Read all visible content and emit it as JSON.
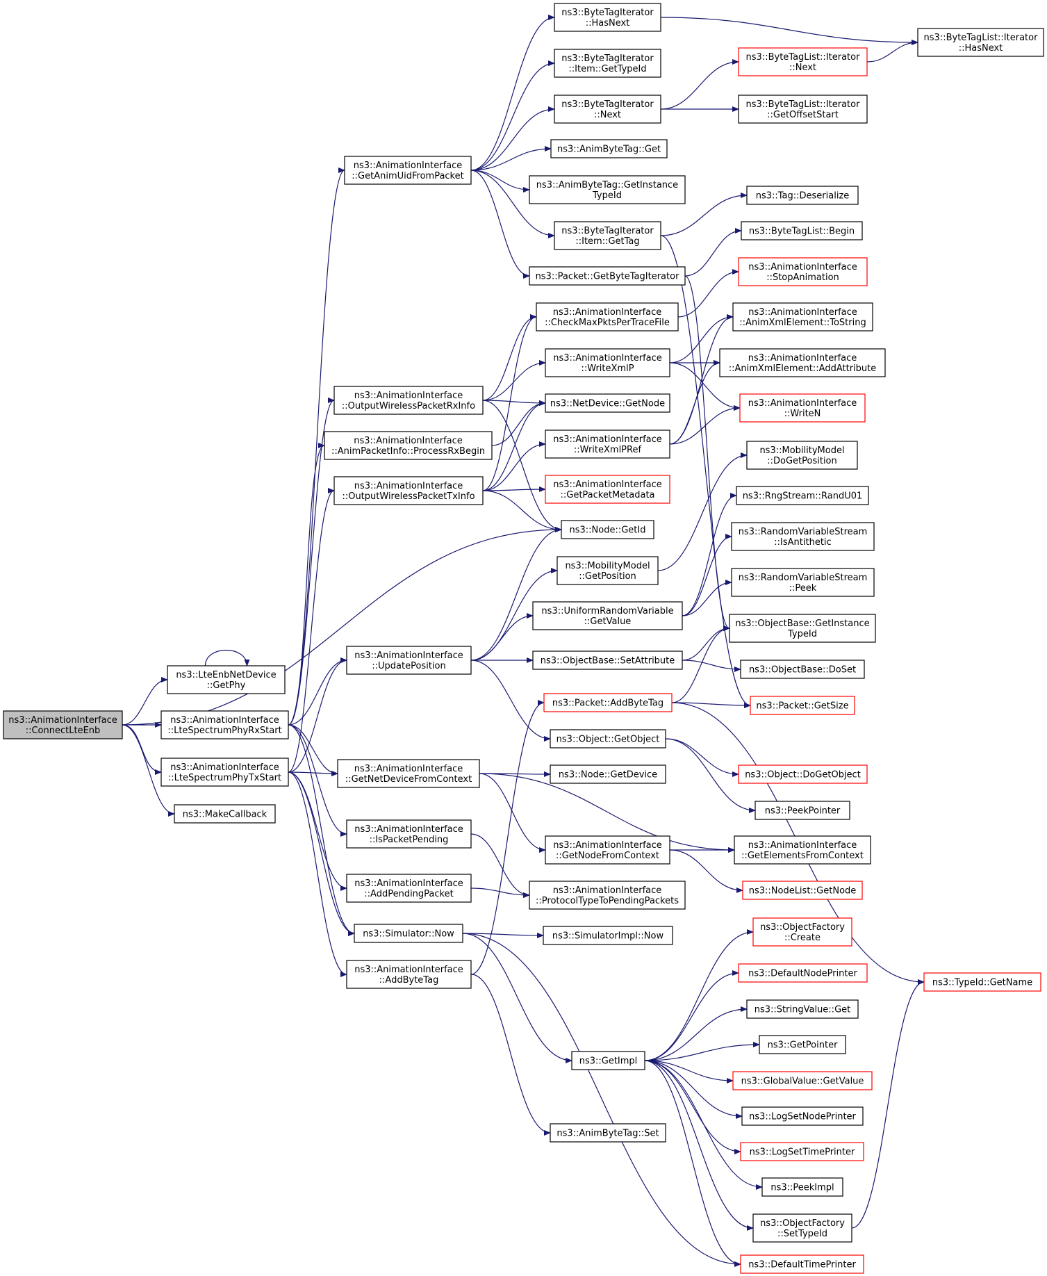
{
  "colors": {
    "edge": "#191970",
    "normal_border": "#000000",
    "truncated_border": "#ff0000",
    "root_fill": "#bfbfbf",
    "node_fill": "#ffffff"
  },
  "nodes": [
    {
      "id": "connectLteEnb",
      "lines": [
        "ns3::AnimationInterface",
        "::ConnectLteEnb"
      ],
      "style": "root"
    },
    {
      "id": "lteEnbGetPhy",
      "lines": [
        "ns3::LteEnbNetDevice",
        "::GetPhy"
      ],
      "style": "normal"
    },
    {
      "id": "lteRxStart",
      "lines": [
        "ns3::AnimationInterface",
        "::LteSpectrumPhyRxStart"
      ],
      "style": "normal"
    },
    {
      "id": "lteTxStart",
      "lines": [
        "ns3::AnimationInterface",
        "::LteSpectrumPhyTxStart"
      ],
      "style": "normal"
    },
    {
      "id": "makeCallback",
      "lines": [
        "ns3::MakeCallback"
      ],
      "style": "normal"
    },
    {
      "id": "getAnimUid",
      "lines": [
        "ns3::AnimationInterface",
        "::GetAnimUidFromPacket"
      ],
      "style": "normal"
    },
    {
      "id": "outRxInfo",
      "lines": [
        "ns3::AnimationInterface",
        "::OutputWirelessPacketRxInfo"
      ],
      "style": "normal"
    },
    {
      "id": "processRxBegin",
      "lines": [
        "ns3::AnimationInterface",
        "::AnimPacketInfo::ProcessRxBegin"
      ],
      "style": "normal"
    },
    {
      "id": "outTxInfo",
      "lines": [
        "ns3::AnimationInterface",
        "::OutputWirelessPacketTxInfo"
      ],
      "style": "normal"
    },
    {
      "id": "updatePosition",
      "lines": [
        "ns3::AnimationInterface",
        "::UpdatePosition"
      ],
      "style": "normal"
    },
    {
      "id": "getNetDevFromCtx",
      "lines": [
        "ns3::AnimationInterface",
        "::GetNetDeviceFromContext"
      ],
      "style": "normal"
    },
    {
      "id": "isPacketPending",
      "lines": [
        "ns3::AnimationInterface",
        "::IsPacketPending"
      ],
      "style": "normal"
    },
    {
      "id": "addPendingPacket",
      "lines": [
        "ns3::AnimationInterface",
        "::AddPendingPacket"
      ],
      "style": "normal"
    },
    {
      "id": "simNow",
      "lines": [
        "ns3::Simulator::Now"
      ],
      "style": "normal"
    },
    {
      "id": "addByteTagAI",
      "lines": [
        "ns3::AnimationInterface",
        "::AddByteTag"
      ],
      "style": "normal"
    },
    {
      "id": "btiHasNext",
      "lines": [
        "ns3::ByteTagIterator",
        "::HasNext"
      ],
      "style": "normal"
    },
    {
      "id": "btiItemGetTypeId",
      "lines": [
        "ns3::ByteTagIterator",
        "::Item::GetTypeId"
      ],
      "style": "normal"
    },
    {
      "id": "btiNext",
      "lines": [
        "ns3::ByteTagIterator",
        "::Next"
      ],
      "style": "normal"
    },
    {
      "id": "animByteTagGet",
      "lines": [
        "ns3::AnimByteTag::Get"
      ],
      "style": "normal"
    },
    {
      "id": "animByteTagGetInstTypeId",
      "lines": [
        "ns3::AnimByteTag::GetInstance",
        "TypeId"
      ],
      "style": "normal"
    },
    {
      "id": "btiItemGetTag",
      "lines": [
        "ns3::ByteTagIterator",
        "::Item::GetTag"
      ],
      "style": "normal"
    },
    {
      "id": "packetGetByteTagIt",
      "lines": [
        "ns3::Packet::GetByteTagIterator"
      ],
      "style": "normal"
    },
    {
      "id": "checkMaxPkts",
      "lines": [
        "ns3::AnimationInterface",
        "::CheckMaxPktsPerTraceFile"
      ],
      "style": "normal"
    },
    {
      "id": "writeXmlP",
      "lines": [
        "ns3::AnimationInterface",
        "::WriteXmlP"
      ],
      "style": "normal"
    },
    {
      "id": "netDevGetNode",
      "lines": [
        "ns3::NetDevice::GetNode"
      ],
      "style": "normal"
    },
    {
      "id": "writeXmlPRef",
      "lines": [
        "ns3::AnimationInterface",
        "::WriteXmlPRef"
      ],
      "style": "normal"
    },
    {
      "id": "getPacketMetadata",
      "lines": [
        "ns3::AnimationInterface",
        "::GetPacketMetadata"
      ],
      "style": "truncated"
    },
    {
      "id": "nodeGetId",
      "lines": [
        "ns3::Node::GetId"
      ],
      "style": "normal"
    },
    {
      "id": "mobilityGetPosition",
      "lines": [
        "ns3::MobilityModel",
        "::GetPosition"
      ],
      "style": "normal"
    },
    {
      "id": "uniformGetValue",
      "lines": [
        "ns3::UniformRandomVariable",
        "::GetValue"
      ],
      "style": "normal"
    },
    {
      "id": "objBaseSetAttr",
      "lines": [
        "ns3::ObjectBase::SetAttribute"
      ],
      "style": "normal"
    },
    {
      "id": "packetAddByteTag",
      "lines": [
        "ns3::Packet::AddByteTag"
      ],
      "style": "truncated"
    },
    {
      "id": "objectGetObject",
      "lines": [
        "ns3::Object::GetObject"
      ],
      "style": "normal"
    },
    {
      "id": "nodeGetDevice",
      "lines": [
        "ns3::Node::GetDevice"
      ],
      "style": "normal"
    },
    {
      "id": "getNodeFromCtx",
      "lines": [
        "ns3::AnimationInterface",
        "::GetNodeFromContext"
      ],
      "style": "normal"
    },
    {
      "id": "protoTypeToPending",
      "lines": [
        "ns3::AnimationInterface",
        "::ProtocolTypeToPendingPackets"
      ],
      "style": "normal"
    },
    {
      "id": "simImplNow",
      "lines": [
        "ns3::SimulatorImpl::Now"
      ],
      "style": "normal"
    },
    {
      "id": "getImpl",
      "lines": [
        "ns3::GetImpl"
      ],
      "style": "normal"
    },
    {
      "id": "animByteTagSet",
      "lines": [
        "ns3::AnimByteTag::Set"
      ],
      "style": "normal"
    },
    {
      "id": "btlIterNext",
      "lines": [
        "ns3::ByteTagList::Iterator",
        "::Next"
      ],
      "style": "truncated"
    },
    {
      "id": "btlIterGetOffsetStart",
      "lines": [
        "ns3::ByteTagList::Iterator",
        "::GetOffsetStart"
      ],
      "style": "normal"
    },
    {
      "id": "tagDeserialize",
      "lines": [
        "ns3::Tag::Deserialize"
      ],
      "style": "normal"
    },
    {
      "id": "btlBegin",
      "lines": [
        "ns3::ByteTagList::Begin"
      ],
      "style": "normal"
    },
    {
      "id": "stopAnimation",
      "lines": [
        "ns3::AnimationInterface",
        "::StopAnimation"
      ],
      "style": "truncated"
    },
    {
      "id": "xmlToString",
      "lines": [
        "ns3::AnimationInterface",
        "::AnimXmlElement::ToString"
      ],
      "style": "normal"
    },
    {
      "id": "xmlAddAttribute",
      "lines": [
        "ns3::AnimationInterface",
        "::AnimXmlElement::AddAttribute"
      ],
      "style": "normal"
    },
    {
      "id": "writeN",
      "lines": [
        "ns3::AnimationInterface",
        "::WriteN"
      ],
      "style": "truncated"
    },
    {
      "id": "mobilityDoGetPosition",
      "lines": [
        "ns3::MobilityModel",
        "::DoGetPosition"
      ],
      "style": "normal"
    },
    {
      "id": "rngRandU01",
      "lines": [
        "ns3::RngStream::RandU01"
      ],
      "style": "normal"
    },
    {
      "id": "rvsIsAntithetic",
      "lines": [
        "ns3::RandomVariableStream",
        "::IsAntithetic"
      ],
      "style": "normal"
    },
    {
      "id": "rvsPeek",
      "lines": [
        "ns3::RandomVariableStream",
        "::Peek"
      ],
      "style": "normal"
    },
    {
      "id": "objBaseGetInstTypeId",
      "lines": [
        "ns3::ObjectBase::GetInstance",
        "TypeId"
      ],
      "style": "normal"
    },
    {
      "id": "objBaseDoSet",
      "lines": [
        "ns3::ObjectBase::DoSet"
      ],
      "style": "normal"
    },
    {
      "id": "packetGetSize",
      "lines": [
        "ns3::Packet::GetSize"
      ],
      "style": "truncated"
    },
    {
      "id": "objectDoGetObject",
      "lines": [
        "ns3::Object::DoGetObject"
      ],
      "style": "truncated"
    },
    {
      "id": "peekPointer",
      "lines": [
        "ns3::PeekPointer"
      ],
      "style": "normal"
    },
    {
      "id": "getElementsFromCtx",
      "lines": [
        "ns3::AnimationInterface",
        "::GetElementsFromContext"
      ],
      "style": "normal"
    },
    {
      "id": "nodeListGetNode",
      "lines": [
        "ns3::NodeList::GetNode"
      ],
      "style": "truncated"
    },
    {
      "id": "btlIterHasNext",
      "lines": [
        "ns3::ByteTagList::Iterator",
        "::HasNext"
      ],
      "style": "normal"
    },
    {
      "id": "objFactoryCreate",
      "lines": [
        "ns3::ObjectFactory",
        "::Create"
      ],
      "style": "truncated"
    },
    {
      "id": "defaultNodePrinter",
      "lines": [
        "ns3::DefaultNodePrinter"
      ],
      "style": "truncated"
    },
    {
      "id": "stringValueGet",
      "lines": [
        "ns3::StringValue::Get"
      ],
      "style": "normal"
    },
    {
      "id": "getPointer",
      "lines": [
        "ns3::GetPointer"
      ],
      "style": "normal"
    },
    {
      "id": "globalValueGetValue",
      "lines": [
        "ns3::GlobalValue::GetValue"
      ],
      "style": "truncated"
    },
    {
      "id": "logSetNodePrinter",
      "lines": [
        "ns3::LogSetNodePrinter"
      ],
      "style": "normal"
    },
    {
      "id": "logSetTimePrinter",
      "lines": [
        "ns3::LogSetTimePrinter"
      ],
      "style": "truncated"
    },
    {
      "id": "peekImpl",
      "lines": [
        "ns3::PeekImpl"
      ],
      "style": "normal"
    },
    {
      "id": "objFactorySetTypeId",
      "lines": [
        "ns3::ObjectFactory",
        "::SetTypeId"
      ],
      "style": "normal"
    },
    {
      "id": "defaultTimePrinter",
      "lines": [
        "ns3::DefaultTimePrinter"
      ],
      "style": "truncated"
    },
    {
      "id": "typeIdGetName",
      "lines": [
        "ns3::TypeId::GetName"
      ],
      "style": "truncated"
    }
  ],
  "edges": [
    [
      "connectLteEnb",
      "lteEnbGetPhy"
    ],
    [
      "connectLteEnb",
      "lteRxStart"
    ],
    [
      "connectLteEnb",
      "lteTxStart"
    ],
    [
      "connectLteEnb",
      "makeCallback"
    ],
    [
      "connectLteEnb",
      "nodeGetId"
    ],
    [
      "lteEnbGetPhy",
      "lteEnbGetPhy"
    ],
    [
      "lteRxStart",
      "getAnimUid"
    ],
    [
      "lteRxStart",
      "outRxInfo"
    ],
    [
      "lteRxStart",
      "processRxBegin"
    ],
    [
      "lteRxStart",
      "updatePosition"
    ],
    [
      "lteRxStart",
      "getNetDevFromCtx"
    ],
    [
      "lteRxStart",
      "isPacketPending"
    ],
    [
      "lteRxStart",
      "simNow"
    ],
    [
      "lteTxStart",
      "outTxInfo"
    ],
    [
      "lteTxStart",
      "updatePosition"
    ],
    [
      "lteTxStart",
      "getNetDevFromCtx"
    ],
    [
      "lteTxStart",
      "addPendingPacket"
    ],
    [
      "lteTxStart",
      "simNow"
    ],
    [
      "lteTxStart",
      "addByteTagAI"
    ],
    [
      "getAnimUid",
      "btiHasNext"
    ],
    [
      "getAnimUid",
      "btiItemGetTypeId"
    ],
    [
      "getAnimUid",
      "btiNext"
    ],
    [
      "getAnimUid",
      "animByteTagGet"
    ],
    [
      "getAnimUid",
      "animByteTagGetInstTypeId"
    ],
    [
      "getAnimUid",
      "btiItemGetTag"
    ],
    [
      "getAnimUid",
      "packetGetByteTagIt"
    ],
    [
      "outRxInfo",
      "checkMaxPkts"
    ],
    [
      "outRxInfo",
      "writeXmlP"
    ],
    [
      "outRxInfo",
      "netDevGetNode"
    ],
    [
      "outRxInfo",
      "nodeGetId"
    ],
    [
      "processRxBegin",
      "netDevGetNode"
    ],
    [
      "outTxInfo",
      "checkMaxPkts"
    ],
    [
      "outTxInfo",
      "netDevGetNode"
    ],
    [
      "outTxInfo",
      "writeXmlPRef"
    ],
    [
      "outTxInfo",
      "getPacketMetadata"
    ],
    [
      "outTxInfo",
      "nodeGetId"
    ],
    [
      "updatePosition",
      "nodeGetId"
    ],
    [
      "updatePosition",
      "mobilityGetPosition"
    ],
    [
      "updatePosition",
      "uniformGetValue"
    ],
    [
      "updatePosition",
      "objBaseSetAttr"
    ],
    [
      "updatePosition",
      "objectGetObject"
    ],
    [
      "getNetDevFromCtx",
      "nodeGetDevice"
    ],
    [
      "getNetDevFromCtx",
      "getNodeFromCtx"
    ],
    [
      "getNetDevFromCtx",
      "getElementsFromCtx"
    ],
    [
      "isPacketPending",
      "protoTypeToPending"
    ],
    [
      "addPendingPacket",
      "protoTypeToPending"
    ],
    [
      "simNow",
      "simImplNow"
    ],
    [
      "simNow",
      "getImpl"
    ],
    [
      "simNow",
      "defaultTimePrinter"
    ],
    [
      "addByteTagAI",
      "packetAddByteTag"
    ],
    [
      "addByteTagAI",
      "animByteTagSet"
    ],
    [
      "btiHasNext",
      "btlIterHasNext"
    ],
    [
      "btiNext",
      "btlIterNext"
    ],
    [
      "btiNext",
      "btlIterGetOffsetStart"
    ],
    [
      "btlIterNext",
      "btlIterHasNext"
    ],
    [
      "btiItemGetTag",
      "tagDeserialize"
    ],
    [
      "btiItemGetTag",
      "packetGetSize"
    ],
    [
      "packetGetByteTagIt",
      "btlBegin"
    ],
    [
      "packetGetByteTagIt",
      "objBaseGetInstTypeId"
    ],
    [
      "checkMaxPkts",
      "stopAnimation"
    ],
    [
      "writeXmlP",
      "xmlToString"
    ],
    [
      "writeXmlP",
      "xmlAddAttribute"
    ],
    [
      "writeXmlP",
      "writeN"
    ],
    [
      "writeXmlPRef",
      "xmlToString"
    ],
    [
      "writeXmlPRef",
      "xmlAddAttribute"
    ],
    [
      "writeXmlPRef",
      "writeN"
    ],
    [
      "mobilityGetPosition",
      "mobilityDoGetPosition"
    ],
    [
      "uniformGetValue",
      "rngRandU01"
    ],
    [
      "uniformGetValue",
      "rvsIsAntithetic"
    ],
    [
      "uniformGetValue",
      "rvsPeek"
    ],
    [
      "objBaseSetAttr",
      "objBaseGetInstTypeId"
    ],
    [
      "objBaseSetAttr",
      "objBaseDoSet"
    ],
    [
      "packetAddByteTag",
      "objBaseGetInstTypeId"
    ],
    [
      "packetAddByteTag",
      "packetGetSize"
    ],
    [
      "packetAddByteTag",
      "typeIdGetName"
    ],
    [
      "objectGetObject",
      "objectDoGetObject"
    ],
    [
      "objectGetObject",
      "peekPointer"
    ],
    [
      "getNodeFromCtx",
      "getElementsFromCtx"
    ],
    [
      "getNodeFromCtx",
      "nodeListGetNode"
    ],
    [
      "getImpl",
      "objFactoryCreate"
    ],
    [
      "getImpl",
      "defaultNodePrinter"
    ],
    [
      "getImpl",
      "stringValueGet"
    ],
    [
      "getImpl",
      "getPointer"
    ],
    [
      "getImpl",
      "globalValueGetValue"
    ],
    [
      "getImpl",
      "logSetNodePrinter"
    ],
    [
      "getImpl",
      "logSetTimePrinter"
    ],
    [
      "getImpl",
      "peekImpl"
    ],
    [
      "getImpl",
      "objFactorySetTypeId"
    ],
    [
      "getImpl",
      "defaultTimePrinter"
    ],
    [
      "objFactorySetTypeId",
      "typeIdGetName"
    ]
  ]
}
